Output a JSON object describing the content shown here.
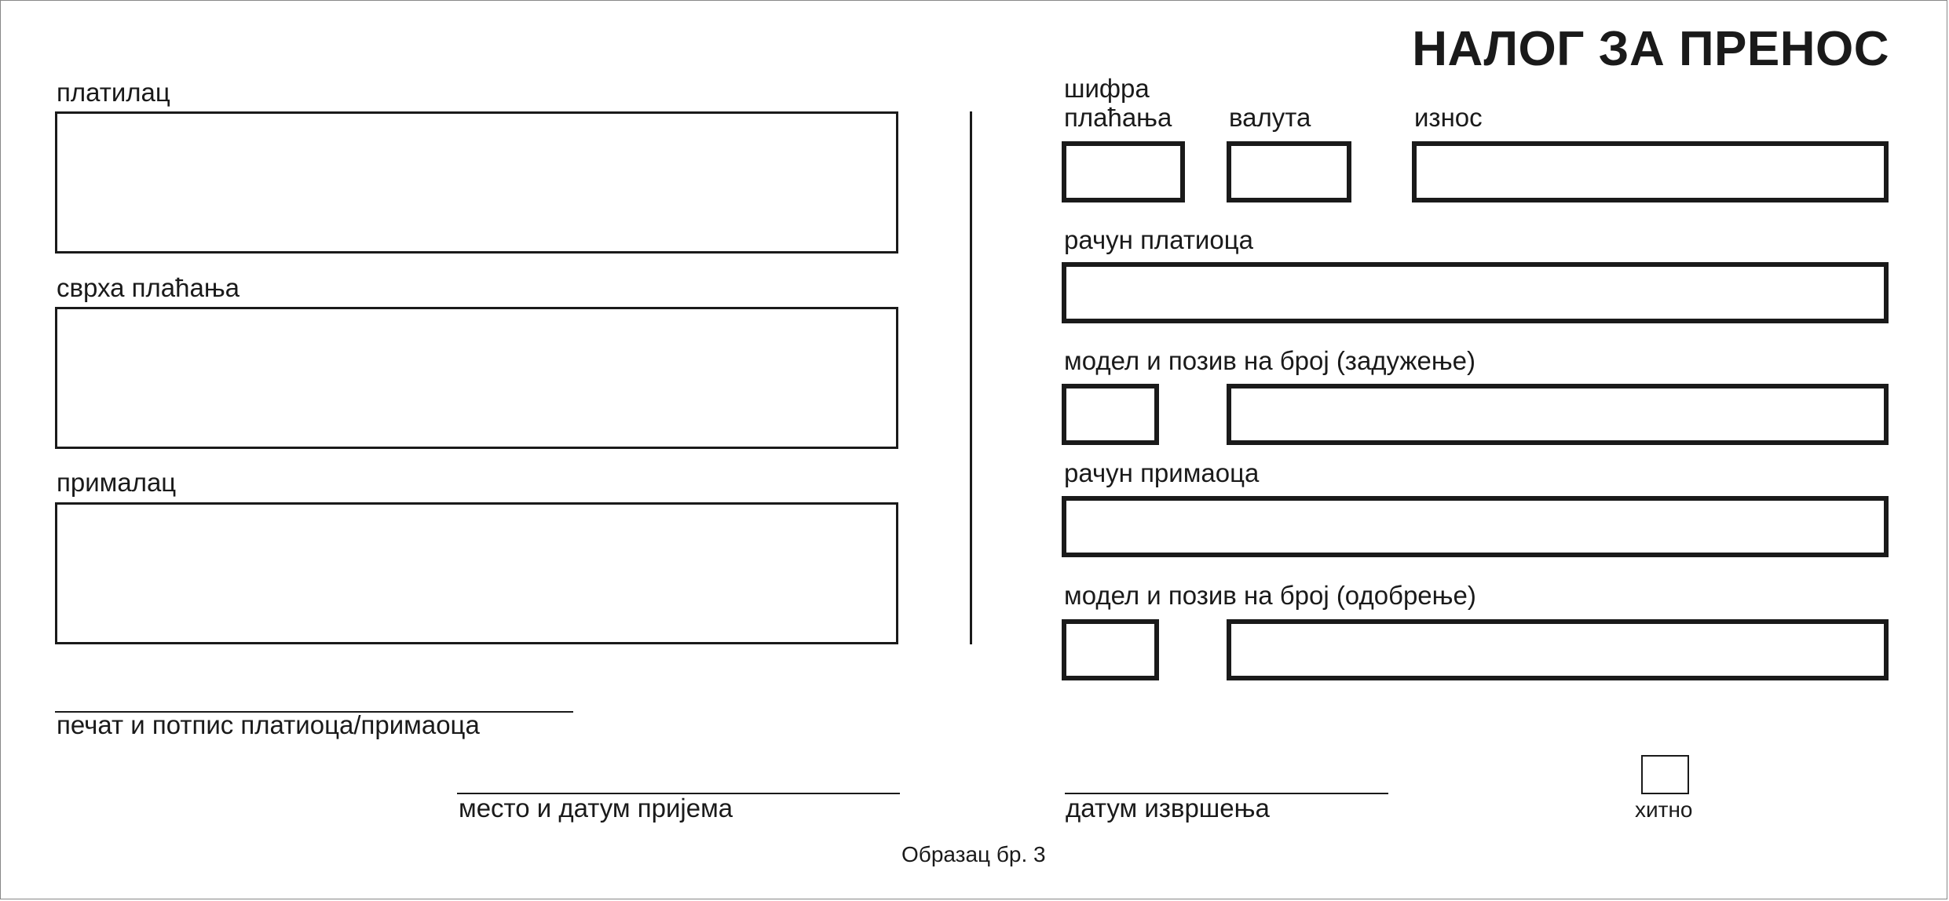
{
  "form": {
    "title": "НАЛОГ ЗА ПРЕНОС",
    "left": {
      "payer_label": "платилац",
      "purpose_label": "сврха плаћања",
      "recipient_label": "прималац",
      "signature_label": "печат и потпис платиоца/примаоца"
    },
    "right": {
      "payment_code_label_line1": "шифра",
      "payment_code_label_line2": "плаћања",
      "currency_label": "валута",
      "amount_label": "износ",
      "payer_account_label": "рачун платиоца",
      "debit_model_label": "модел и позив на број (задужење)",
      "recipient_account_label": "рачун примаоца",
      "credit_model_label": "модел и позив на број (одобрење)"
    },
    "bottom": {
      "place_date_label": "место и датум пријема",
      "execution_date_label": "датум извршења",
      "urgent_label": "хитно",
      "form_number": "Образац бр. 3"
    }
  }
}
